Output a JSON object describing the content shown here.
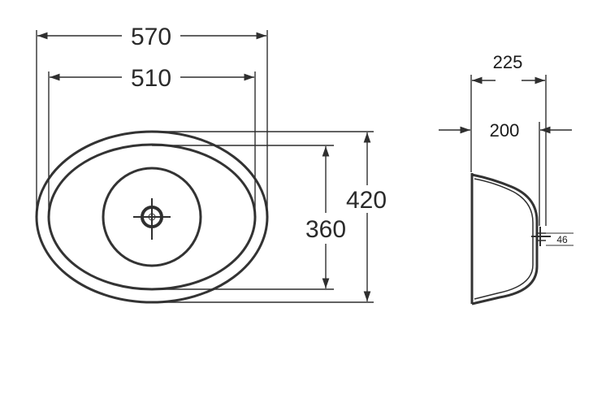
{
  "dimensions": {
    "outer_width": "570",
    "inner_width": "510",
    "outer_depth": "420",
    "inner_depth": "360",
    "side_outer": "225",
    "side_inner": "200",
    "drain_height": "46"
  },
  "colors": {
    "line": "#2f2f2f",
    "background": "#ffffff"
  }
}
